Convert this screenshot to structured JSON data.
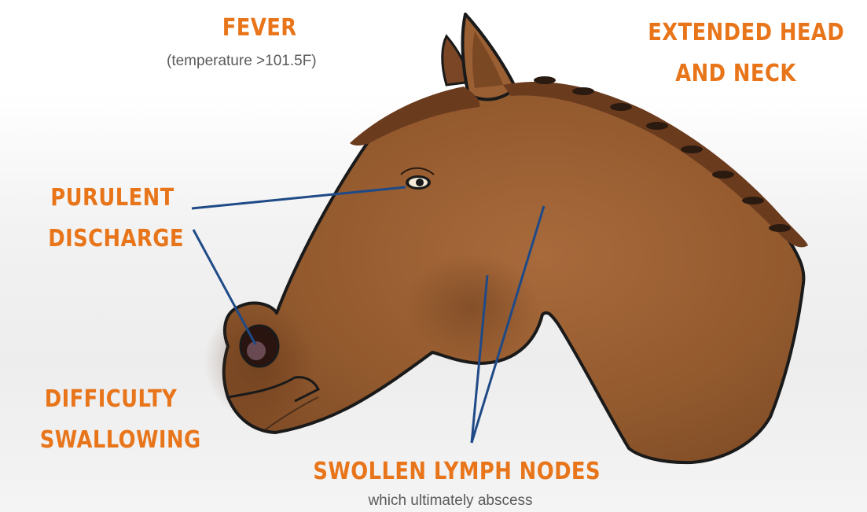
{
  "labels": {
    "fever": {
      "title": "FEVER",
      "subtitle": "(temperature >101.5F)"
    },
    "extended": {
      "line1": "EXTENDED HEAD",
      "line2": "AND NECK"
    },
    "purulent": {
      "line1": "PURULENT",
      "line2": "DISCHARGE"
    },
    "difficulty": {
      "line1": "DIFFICULTY",
      "line2": "SWALLOWING"
    },
    "lymph": {
      "title": "SWOLLEN LYMPH NODES",
      "subtitle": "which ultimately abscess"
    }
  },
  "colors": {
    "label": "#e8751a",
    "subtitle": "#5a5a5a",
    "pointer_line": "#1f4a87",
    "coat": "#9a5f33",
    "mane": "#6b3b1e",
    "outline": "#1a1a1a"
  }
}
